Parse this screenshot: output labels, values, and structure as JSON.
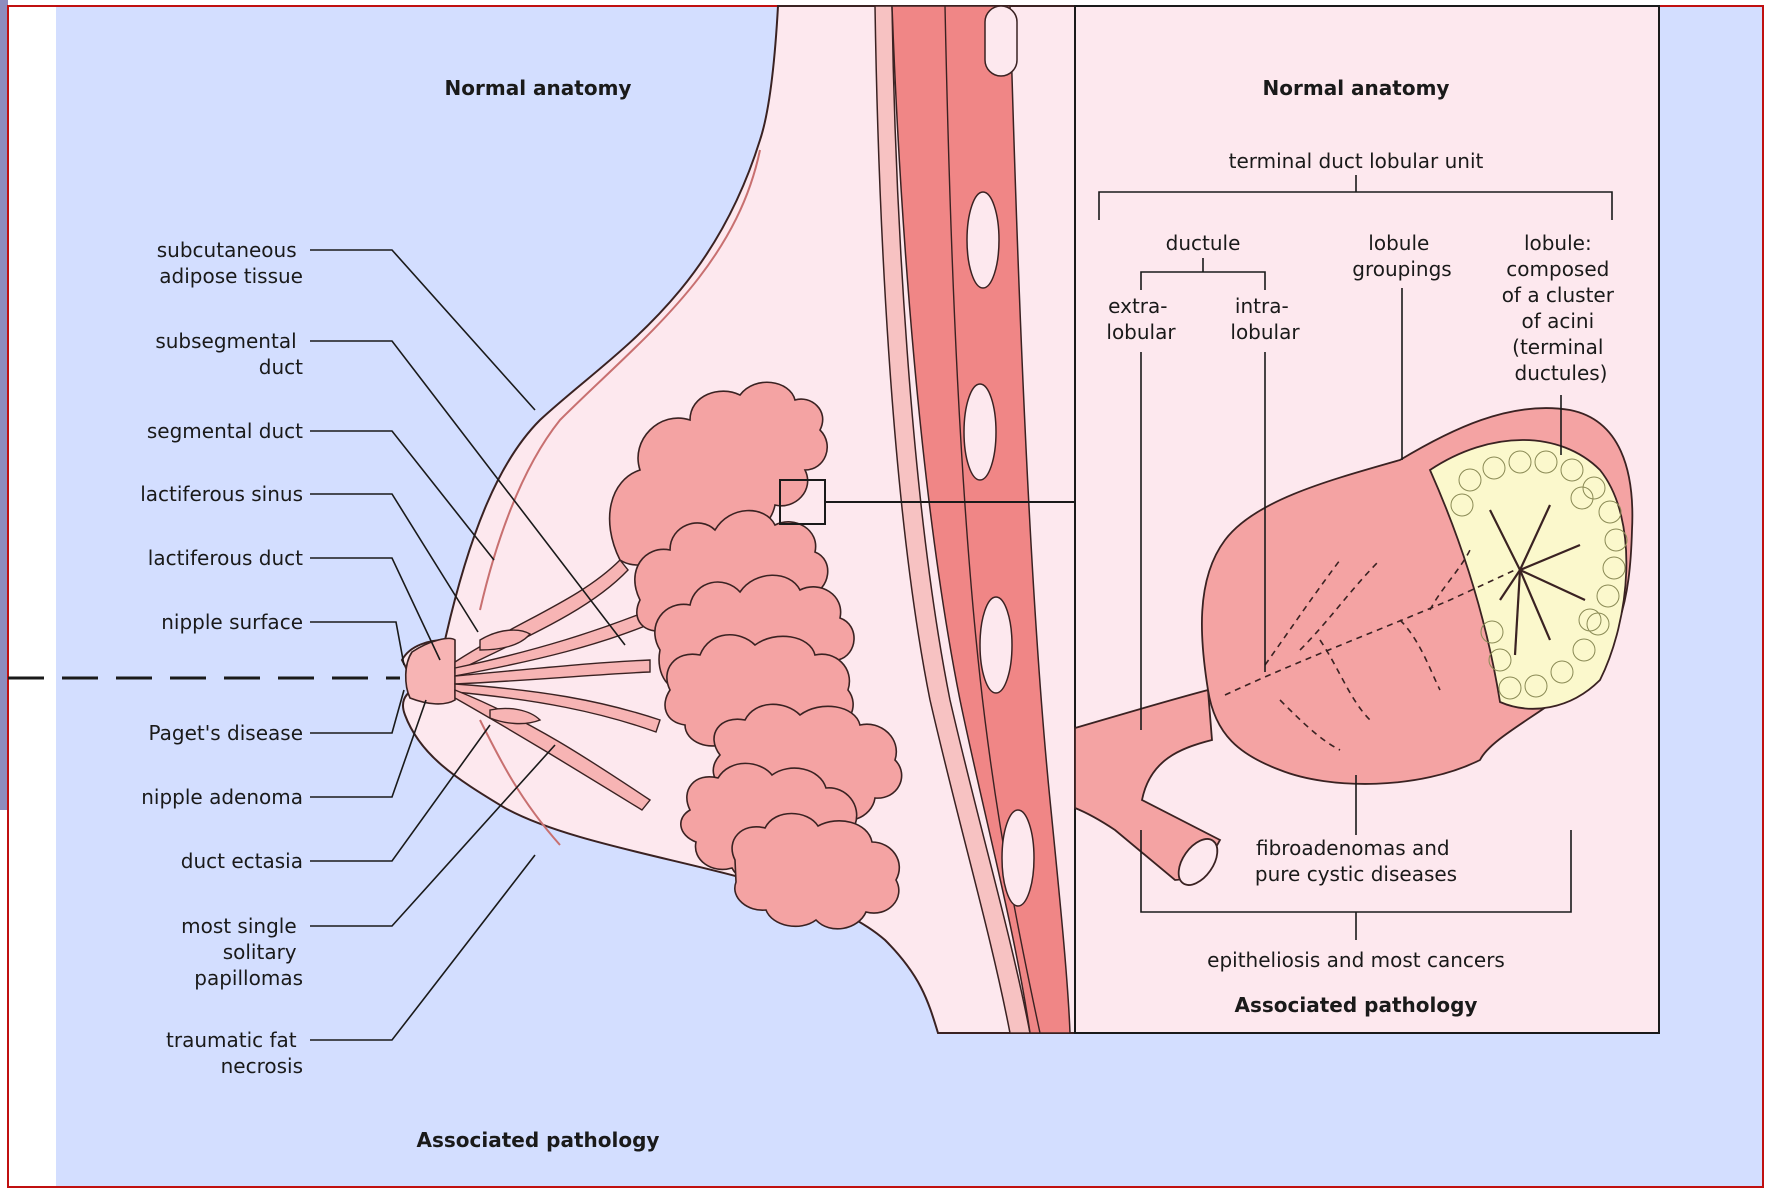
{
  "left_panel": {
    "header_top": "Normal anatomy",
    "header_bottom": "Associated pathology",
    "labels": [
      [
        "subcutaneous",
        "adipose tissue"
      ],
      [
        "subsegmental",
        "duct"
      ],
      [
        "segmental  duct"
      ],
      [
        "lactiferous sinus"
      ],
      [
        "lactiferous duct"
      ],
      [
        "nipple surface"
      ],
      [
        "Paget's disease"
      ],
      [
        "nipple adenoma"
      ],
      [
        "duct ectasia"
      ],
      [
        "most single",
        "solitary",
        "papillomas"
      ],
      [
        "traumatic fat",
        "necrosis"
      ]
    ]
  },
  "right_panel": {
    "header_top": "Normal anatomy",
    "header_bottom": "Associated pathology",
    "tdlu": "terminal duct lobular unit",
    "ductule": "ductule",
    "extra": [
      "extra-",
      "lobular"
    ],
    "intra": [
      "intra-",
      "lobular"
    ],
    "groupings": [
      "lobule",
      "groupings"
    ],
    "lobule_desc": [
      "lobule:",
      "composed",
      "of a cluster",
      "of acini",
      "(terminal",
      "ductules)"
    ],
    "fibro": [
      "fibroadenomas and",
      "pure cystic diseases"
    ],
    "epith": "epitheliosis and most cancers"
  },
  "colors": {
    "background": "#d3deff",
    "skin": "#fde8ee",
    "tissue": "#f4a3a3",
    "muscle": "#f08686",
    "acini": "#fbf8cc",
    "frame": "#c01010"
  }
}
